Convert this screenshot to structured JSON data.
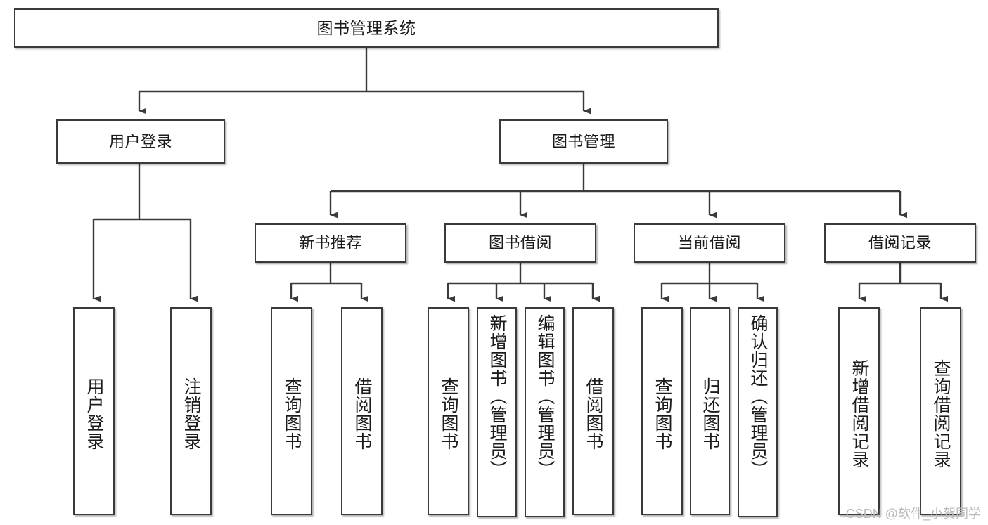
{
  "diagram": {
    "type": "tree-hierarchy-chart",
    "title": "图书管理系统",
    "stroke_color": "#3a3a3a",
    "text_color": "#1b1b1b",
    "background_color": "#ffffff",
    "watermark": "CSDN @软件_小贺同学",
    "watermark_color": "#b9b9b9",
    "root": {
      "label": "图书管理系统"
    },
    "level2": [
      {
        "label": "用户登录"
      },
      {
        "label": "图书管理"
      }
    ],
    "level3": [
      {
        "label": "新书推荐"
      },
      {
        "label": "图书借阅"
      },
      {
        "label": "当前借阅"
      },
      {
        "label": "借阅记录"
      }
    ],
    "leaves": {
      "user_login": [
        {
          "label": "用户登录"
        },
        {
          "label": "注销登录"
        }
      ],
      "new_book_recommend": [
        {
          "label": "查询图书"
        },
        {
          "label": "借阅图书"
        }
      ],
      "book_borrow": [
        {
          "label": "查询图书"
        },
        {
          "label": "新增图书（管理员）"
        },
        {
          "label": "编辑图书（管理员）"
        },
        {
          "label": "借阅图书"
        }
      ],
      "current_borrow": [
        {
          "label": "查询图书"
        },
        {
          "label": "归还图书"
        },
        {
          "label": "确认归还（管理员）"
        }
      ],
      "borrow_record": [
        {
          "label": "新增借阅记录"
        },
        {
          "label": "查询借阅记录"
        }
      ]
    }
  }
}
